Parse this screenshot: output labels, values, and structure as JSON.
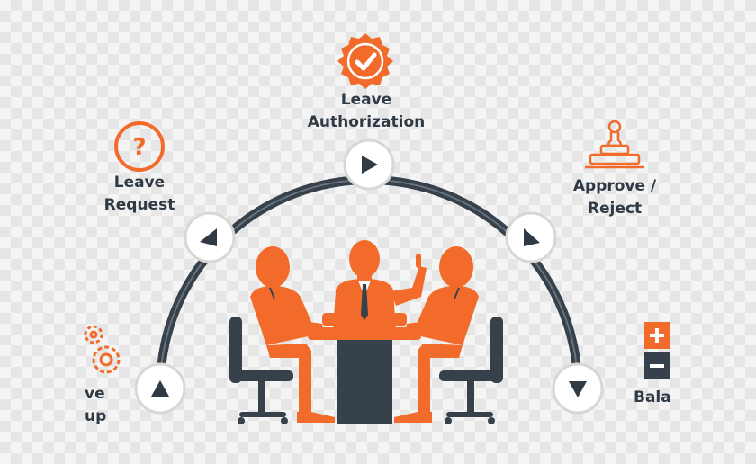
{
  "colors": {
    "orange": "#f26b2a",
    "dark": "#37414c",
    "text": "#2f3a44"
  },
  "steps": {
    "authorization": {
      "line1": "Leave",
      "line2": "Authorization",
      "icon": "check-badge-icon"
    },
    "request": {
      "line1": "Leave",
      "line2": "Request",
      "icon": "question-circle-icon"
    },
    "approve": {
      "line1": "Approve /",
      "line2": "Reject",
      "icon": "stamp-icon"
    },
    "setup": {
      "line1": "ve",
      "line2": "up",
      "icon": "gears-icon"
    },
    "balance": {
      "line1": "Bala",
      "icon": "plus-minus-icon"
    }
  }
}
